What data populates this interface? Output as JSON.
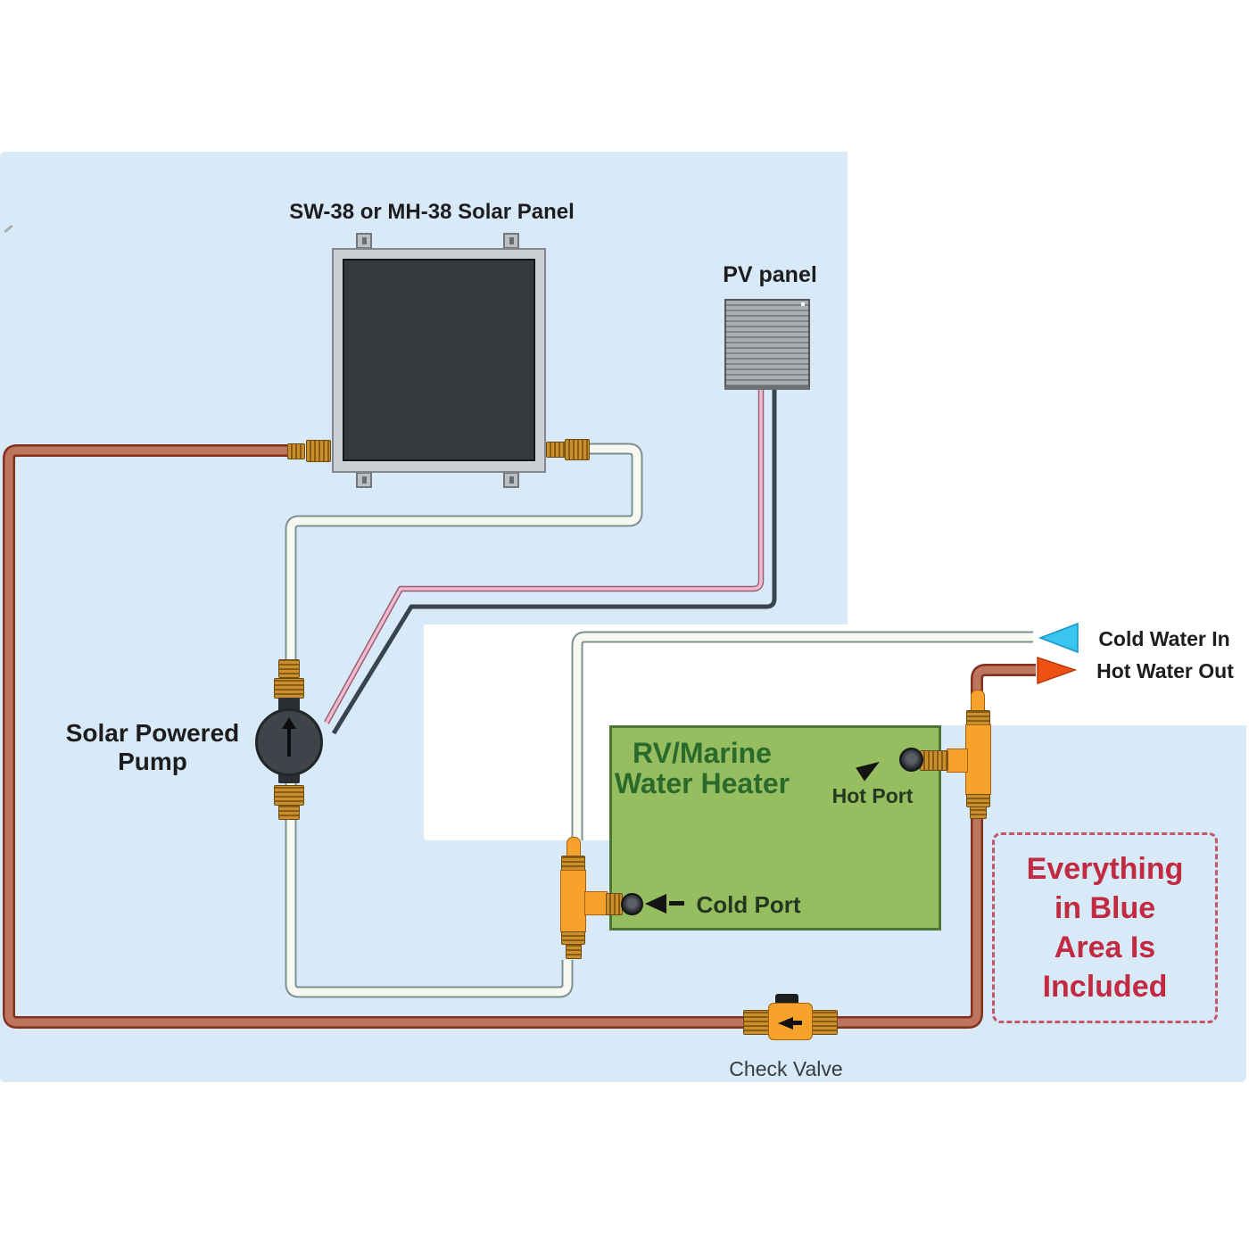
{
  "labels": {
    "solar_panel_title": "SW-38 or MH-38 Solar Panel",
    "pv_panel": "PV panel",
    "pump_line1": "Solar Powered",
    "pump_line2": "Pump",
    "heater_line1": "RV/Marine",
    "heater_line2": "Water Heater",
    "hot_port": "Hot Port",
    "cold_port": "Cold Port",
    "cold_water_in": "Cold Water In",
    "hot_water_out": "Hot Water Out",
    "check_valve": "Check Valve",
    "included_box_lines": [
      "Everything",
      "in Blue",
      "Area Is",
      "Included"
    ]
  },
  "colors": {
    "blue_area": "#d8e9f7",
    "white_area": "#ffffff",
    "hot_pipe_outline": "#84301f",
    "hot_pipe_fill": "#bd7560",
    "cold_pipe_outline": "#7e908e",
    "cold_pipe_fill": "#f6f8f1",
    "pv_wire_pink": "#eebccb",
    "pv_wire_dark": "#39444f",
    "fitting_orange": "#f6a22b",
    "fitting_brass": "#c98f2e",
    "heater_green": "#96bd60",
    "heater_text_green": "#2a6b2c",
    "cold_arrow_cyan": "#38c5f0",
    "hot_arrow_red": "#ee5114",
    "included_text_red": "#c12a40",
    "pump_black": "#3f434a",
    "label_black": "#1d1d1f"
  }
}
